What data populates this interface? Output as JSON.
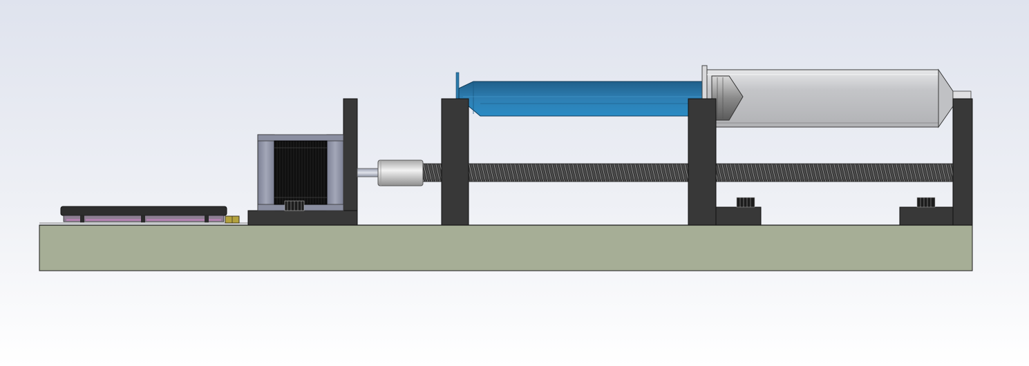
{
  "scene": {
    "type": "cad-side-view",
    "subject": "syringe-pump",
    "components": [
      "base-plate",
      "control-board",
      "connector",
      "motor-mount-bracket",
      "stepper-motor",
      "motor-shaft",
      "shaft-coupler",
      "lead-screw",
      "left-support-bracket",
      "plunger-pusher-bracket",
      "end-support-bracket",
      "syringe-plunger",
      "syringe-barrel",
      "mounting-bolts"
    ],
    "colors": {
      "background_top": "#dfe3ee",
      "background_bottom": "#ffffff",
      "base": "#a6ae96",
      "bracket": "#383838",
      "motor_body": "#0d0d0d",
      "motor_cap": "#8f93a6",
      "plunger": "#2b79aa",
      "barrel": "#c6c7c9",
      "board": "#2e2e2e",
      "board_trace": "#b383b0",
      "connector": "#b3a23e",
      "coupler": "#c9c9c9",
      "screw": "#3a3a3a"
    }
  }
}
